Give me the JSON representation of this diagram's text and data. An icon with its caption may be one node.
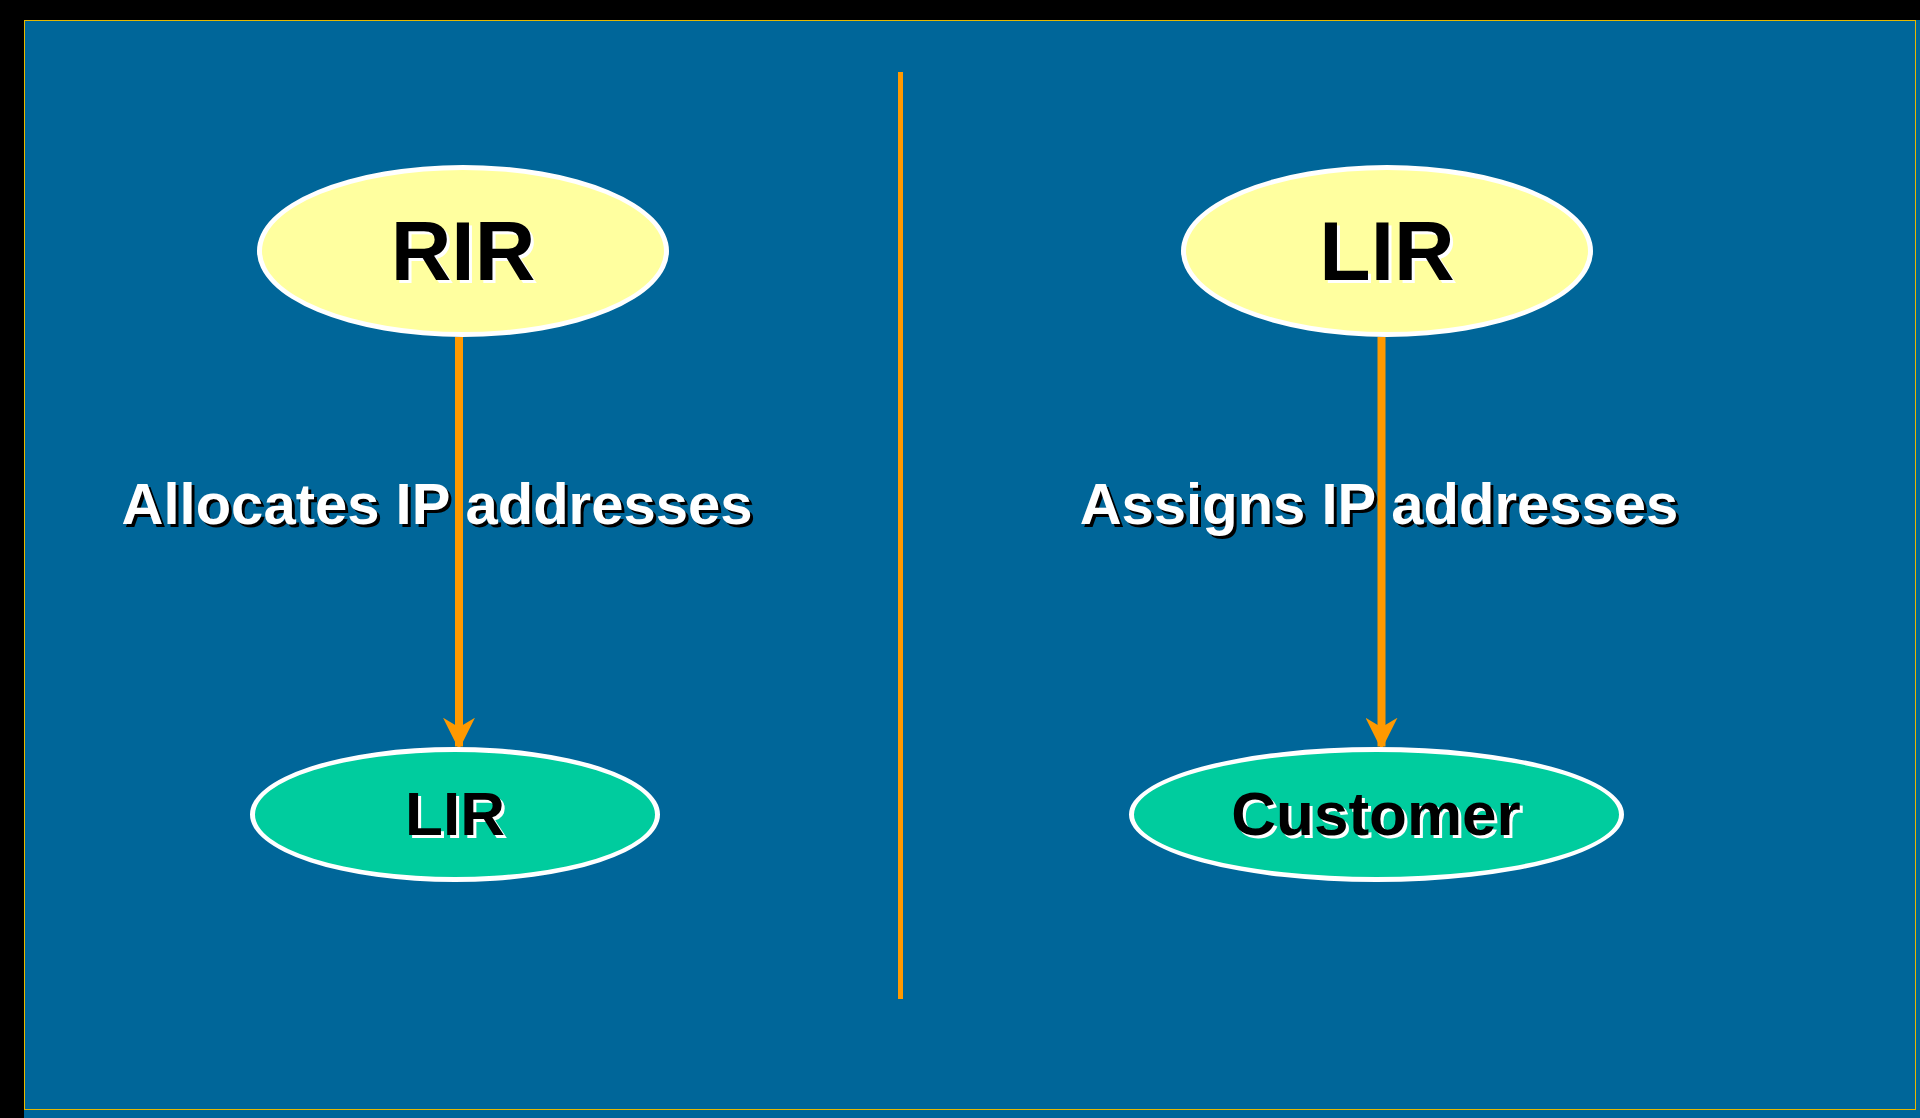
{
  "diagram": {
    "nodes": [
      {
        "text": [
          "RIR"
        ]
      },
      {
        "text": [
          "LIR"
        ]
      },
      {
        "text": [
          "LIR"
        ]
      },
      {
        "text": [
          "Customer"
        ]
      }
    ],
    "edges": [
      {
        "from": 0,
        "to": 2,
        "arrow": "to",
        "label": "Allocates IP addresses"
      },
      {
        "from": 1,
        "to": 3,
        "arrow": "to",
        "label": "Assigns IP addresses"
      }
    ]
  }
}
